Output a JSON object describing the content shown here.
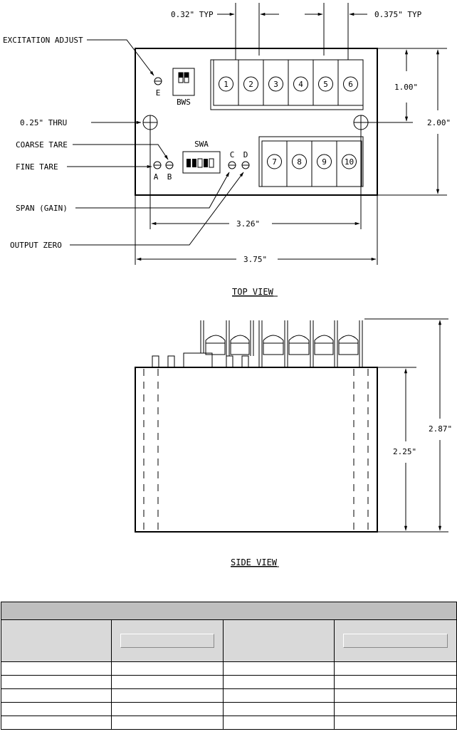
{
  "top_view": {
    "title": "TOP VIEW",
    "dims": {
      "typ_032": "0.32\" TYP",
      "typ_0375": "0.375\" TYP",
      "h_100": "1.00\"",
      "h_200": "2.00\"",
      "w_326": "3.26\"",
      "w_375": "3.75\""
    },
    "labels": {
      "excitation": "EXCITATION ADJUST",
      "thru": "0.25\" THRU",
      "coarse": "COARSE TARE",
      "fine": "FINE TARE",
      "span": "SPAN (GAIN)",
      "zero": "OUTPUT ZERO"
    },
    "pots": {
      "a": "A",
      "b": "B",
      "c": "C",
      "d": "D",
      "e": "E"
    },
    "switches": {
      "bws": "BWS",
      "swa": "SWA"
    },
    "terminals_top": [
      "1",
      "2",
      "3",
      "4",
      "5",
      "6"
    ],
    "terminals_bottom": [
      "7",
      "8",
      "9",
      "10"
    ]
  },
  "side_view": {
    "title": "SIDE VIEW",
    "dims": {
      "h_225": "2.25\"",
      "h_287": "2.87\""
    }
  },
  "table": {
    "columns": 4,
    "rows": 5
  }
}
